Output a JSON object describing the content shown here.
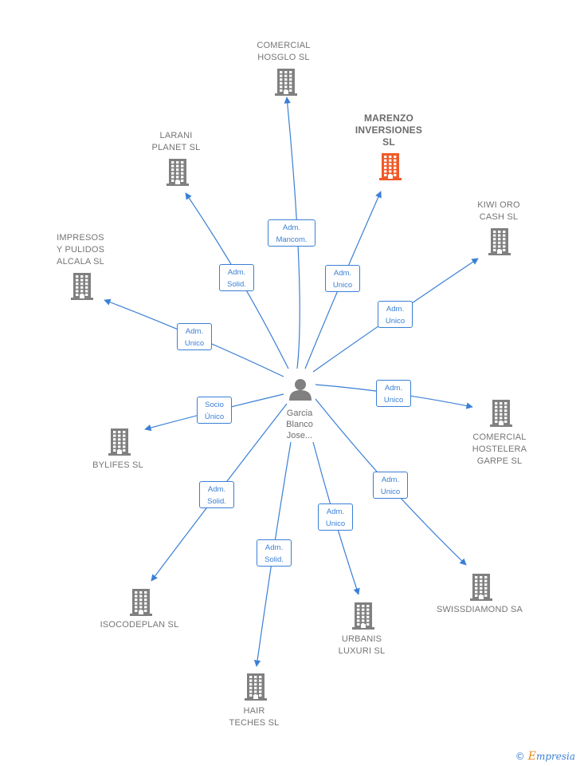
{
  "center": {
    "name": "Garcia\nBlanco\nJose..."
  },
  "nodes": [
    {
      "id": "comercial-hosglo",
      "label": "COMERCIAL\nHOSGLO SL",
      "color": "#808080",
      "highlight": false
    },
    {
      "id": "marenzo",
      "label": "MARENZO\nINVERSIONES\nSL",
      "color": "#f05a28",
      "highlight": true
    },
    {
      "id": "larani",
      "label": "LARANI\nPLANET SL",
      "color": "#808080",
      "highlight": false
    },
    {
      "id": "kiwi",
      "label": "KIWI ORO\nCASH SL",
      "color": "#808080",
      "highlight": false
    },
    {
      "id": "impresos",
      "label": "IMPRESOS\nY PULIDOS\nALCALA SL",
      "color": "#808080",
      "highlight": false
    },
    {
      "id": "bylifes",
      "label": "BYLIFES  SL",
      "color": "#808080",
      "highlight": false
    },
    {
      "id": "comercial-hostelera",
      "label": "COMERCIAL\nHOSTELERA\nGARPE  SL",
      "color": "#808080",
      "highlight": false
    },
    {
      "id": "swissdiamond",
      "label": "SWISSDIAMOND SA",
      "color": "#808080",
      "highlight": false
    },
    {
      "id": "isocodeplan",
      "label": "ISOCODEPLAN SL",
      "color": "#808080",
      "highlight": false
    },
    {
      "id": "urbanis",
      "label": "URBANIS\nLUXURI  SL",
      "color": "#808080",
      "highlight": false
    },
    {
      "id": "hair",
      "label": "HAIR\nTECHES  SL",
      "color": "#808080",
      "highlight": false
    }
  ],
  "roles": [
    "Adm.\nMancom.",
    "Adm.\nUnico",
    "Adm.\nSolid.",
    "Adm.\nUnico",
    "Adm.\nUnico",
    "Socio\nÚnico",
    "Adm.\nUnico",
    "Adm.\nUnico",
    "Adm.\nSolid.",
    "Adm.\nUnico",
    "Adm.\nSolid."
  ],
  "footer": {
    "copyright": "©",
    "brand_initial": "E",
    "brand_rest": "mpresia"
  },
  "colors": {
    "edge": "#3a7fd5",
    "building": "#808080",
    "highlight": "#f05a28"
  }
}
